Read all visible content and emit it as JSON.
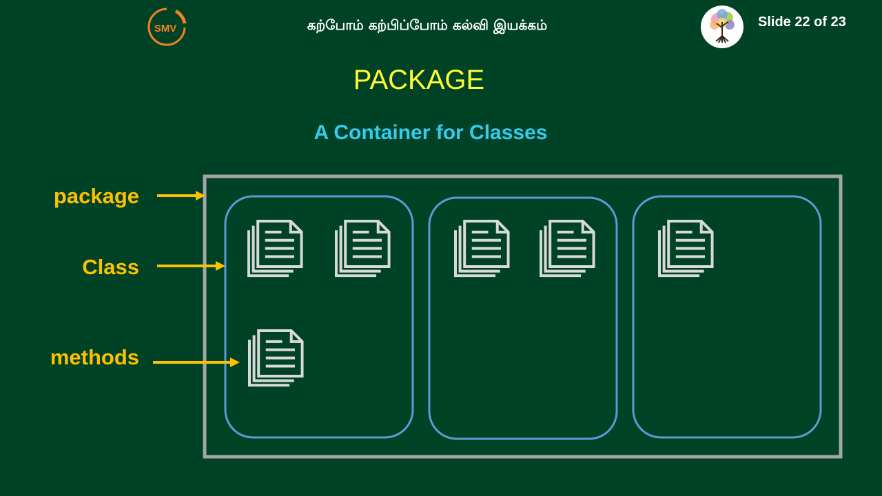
{
  "header": {
    "logo_text": "SMV",
    "tagline": "கற்போம் கற்பிப்போம் கல்வி இயக்கம்",
    "slide_counter": "Slide 22 of 23"
  },
  "slide": {
    "title": "PACKAGE",
    "subtitle": "A Container for Classes"
  },
  "labels": {
    "package": "package",
    "class": "Class",
    "methods": "methods"
  },
  "diagram": {
    "classes": [
      {
        "method_icons": 3
      },
      {
        "method_icons": 2
      },
      {
        "method_icons": 1
      }
    ]
  },
  "colors": {
    "background": "#004225",
    "title": "#FFFF33",
    "subtitle": "#33CCEE",
    "labels": "#FFC000",
    "arrows": "#FFC000",
    "package_border": "#A6A6A6",
    "class_border": "#5B9BD5",
    "doc_icon": "#D9D9D9",
    "logo_accent": "#F5821F"
  }
}
